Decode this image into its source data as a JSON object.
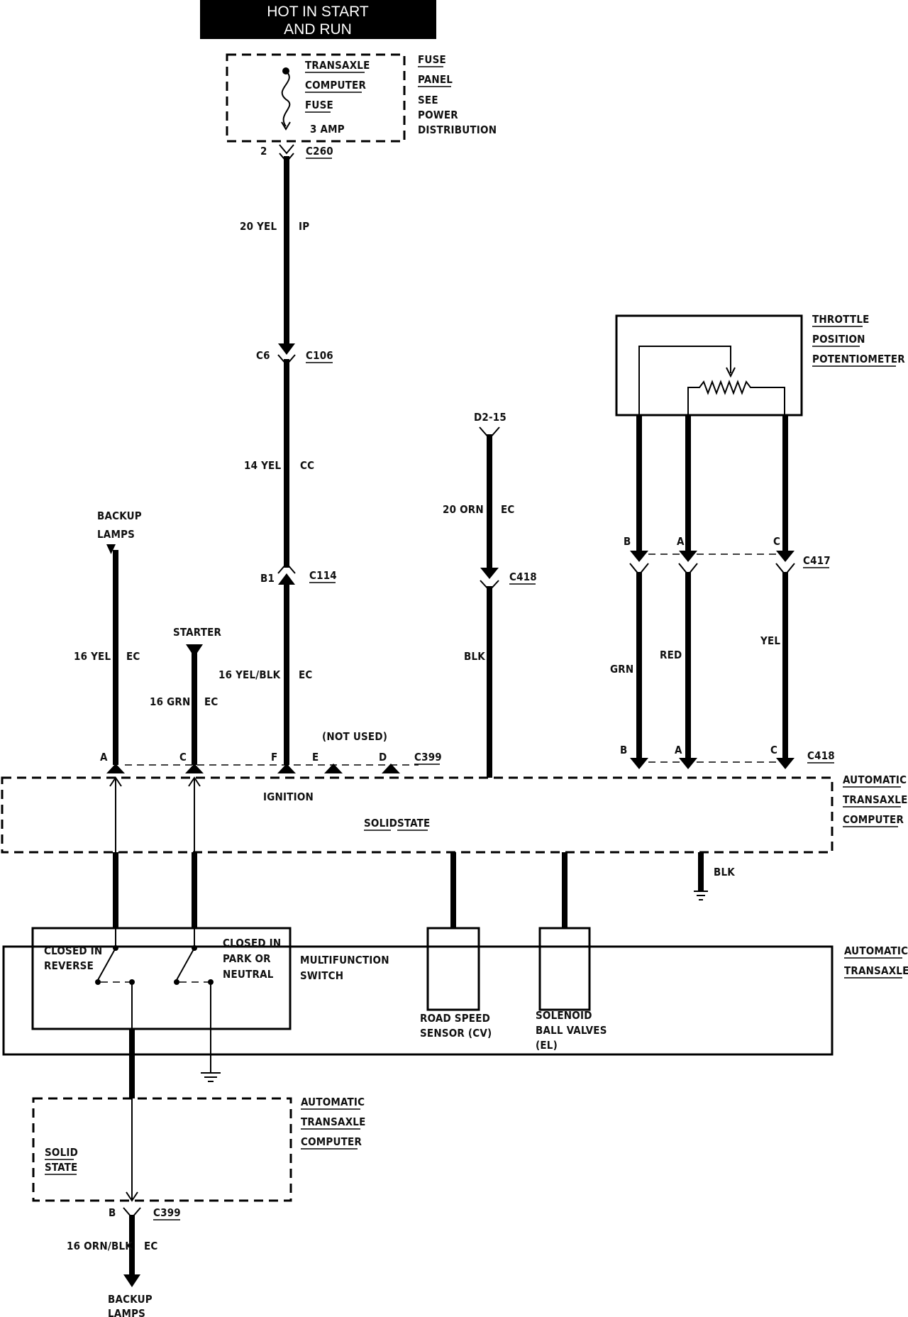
{
  "header": {
    "line1": "HOT IN START",
    "line2": "AND RUN"
  },
  "fuse": {
    "line1": "TRANSAXLE",
    "line2": "COMPUTER",
    "line3": "FUSE",
    "rating": "3 AMP"
  },
  "fuse_panel": {
    "line1": "FUSE",
    "line2": "PANEL",
    "line3": "SEE",
    "line4": "POWER",
    "line5": "DISTRIBUTION"
  },
  "connectors": {
    "c260": "C260",
    "c260_pin": "2",
    "c106": "C106",
    "c106_pin": "C6",
    "c114": "C114",
    "c114_pin": "B1",
    "c418_top": "C418",
    "c417": "C417",
    "c418_right": "C418",
    "c399": "C399",
    "c399_bottom": "C399",
    "c399_bottom_pin": "B",
    "d2_15": "D2-15"
  },
  "wires": {
    "w20yel": "20 YEL",
    "ip": "IP",
    "w14yel": "14 YEL",
    "cc": "CC",
    "w16yelblk": "16 YEL/BLK",
    "ec1": "EC",
    "w20orn": "20 ORN",
    "ec2": "EC",
    "blk": "BLK",
    "w16yel": "16 YEL",
    "ec3": "EC",
    "w16grn": "16 GRN",
    "ec4": "EC",
    "grn": "GRN",
    "red": "RED",
    "yel": "YEL",
    "w16ornblk": "16 ORN/BLK",
    "ec5": "EC",
    "ground_blk": "BLK"
  },
  "pins": {
    "a": "A",
    "c": "C",
    "f": "F",
    "e": "E",
    "d": "D",
    "not_used": "(NOT USED)",
    "tp_b": "B",
    "tp_a": "A",
    "tp_c": "C",
    "r_b": "B",
    "r_a": "A",
    "r_c": "C"
  },
  "components": {
    "backup_lamps_top_1": "BACKUP",
    "backup_lamps_top_2": "LAMPS",
    "starter": "STARTER",
    "tpp_1": "THROTTLE",
    "tpp_2": "POSITION",
    "tpp_3": "POTENTIOMETER",
    "ignition": "IGNITION",
    "solid_state_1": "SOLID",
    "solid_state_2": "STATE",
    "atc_1": "AUTOMATIC",
    "atc_2": "TRANSAXLE",
    "atc_3": "COMPUTER",
    "at_1": "AUTOMATIC",
    "at_2": "TRANSAXLE",
    "closed_rev_1": "CLOSED IN",
    "closed_rev_2": "REVERSE",
    "closed_pn_1": "CLOSED IN",
    "closed_pn_2": "PARK OR",
    "closed_pn_3": "NEUTRAL",
    "mfs_1": "MULTIFUNCTION",
    "mfs_2": "SWITCH",
    "rss_1": "ROAD SPEED",
    "rss_2": "SENSOR (CV)",
    "sbv_1": "SOLENOID",
    "sbv_2": "BALL VALVES",
    "sbv_3": "(EL)",
    "atc2_1": "AUTOMATIC",
    "atc2_2": "TRANSAXLE",
    "atc2_3": "COMPUTER",
    "ss2_1": "SOLID",
    "ss2_2": "STATE",
    "backup_lamps_bot_1": "BACKUP",
    "backup_lamps_bot_2": "LAMPS"
  }
}
